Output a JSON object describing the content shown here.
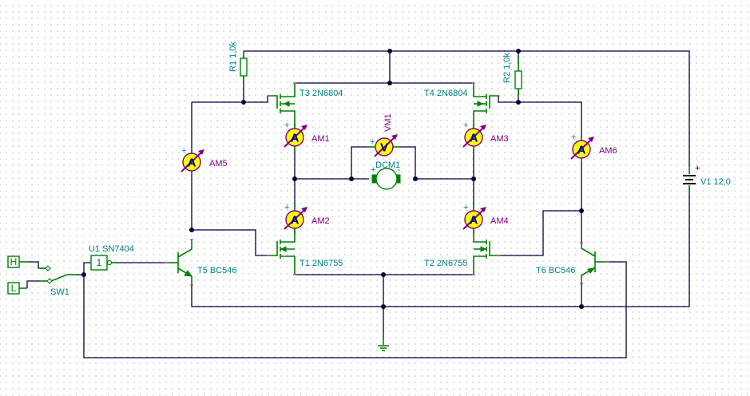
{
  "components": {
    "R1": {
      "ref": "R1",
      "value": "1,0k",
      "label": "R1 1,0k"
    },
    "R2": {
      "ref": "R2",
      "value": "1,0k",
      "label": "R2 1,0k"
    },
    "T1": {
      "label": "T1 2N6755"
    },
    "T2": {
      "label": "T2 2N6755"
    },
    "T3": {
      "label": "T3 2N6804"
    },
    "T4": {
      "label": "T4 2N6804"
    },
    "T5": {
      "label": "T5 BC546"
    },
    "T6": {
      "label": "T6 BC546"
    },
    "U1": {
      "label": "U1 SN7404",
      "symbol": "1"
    },
    "SW1": {
      "label": "SW1"
    },
    "V1": {
      "label": "V1 12,0",
      "plus": "+"
    },
    "DCM1": {
      "label": "DCM1",
      "plus": "+",
      "minus": "-"
    },
    "VM1": {
      "label": "VM1",
      "symbol": "V"
    },
    "AM1": {
      "label": "AM1",
      "symbol": "A"
    },
    "AM2": {
      "label": "AM2",
      "symbol": "A"
    },
    "AM3": {
      "label": "AM3",
      "symbol": "A"
    },
    "AM4": {
      "label": "AM4",
      "symbol": "A"
    },
    "AM5": {
      "label": "AM5",
      "symbol": "A"
    },
    "AM6": {
      "label": "AM6",
      "symbol": "A"
    },
    "H": {
      "label": "H"
    },
    "L": {
      "label": "L"
    }
  },
  "meter_plus": "+",
  "colors": {
    "wire": "#000040",
    "component": "#008000",
    "label": "#008080",
    "meter_label": "#800080",
    "meter_fill": "#ffff00"
  }
}
